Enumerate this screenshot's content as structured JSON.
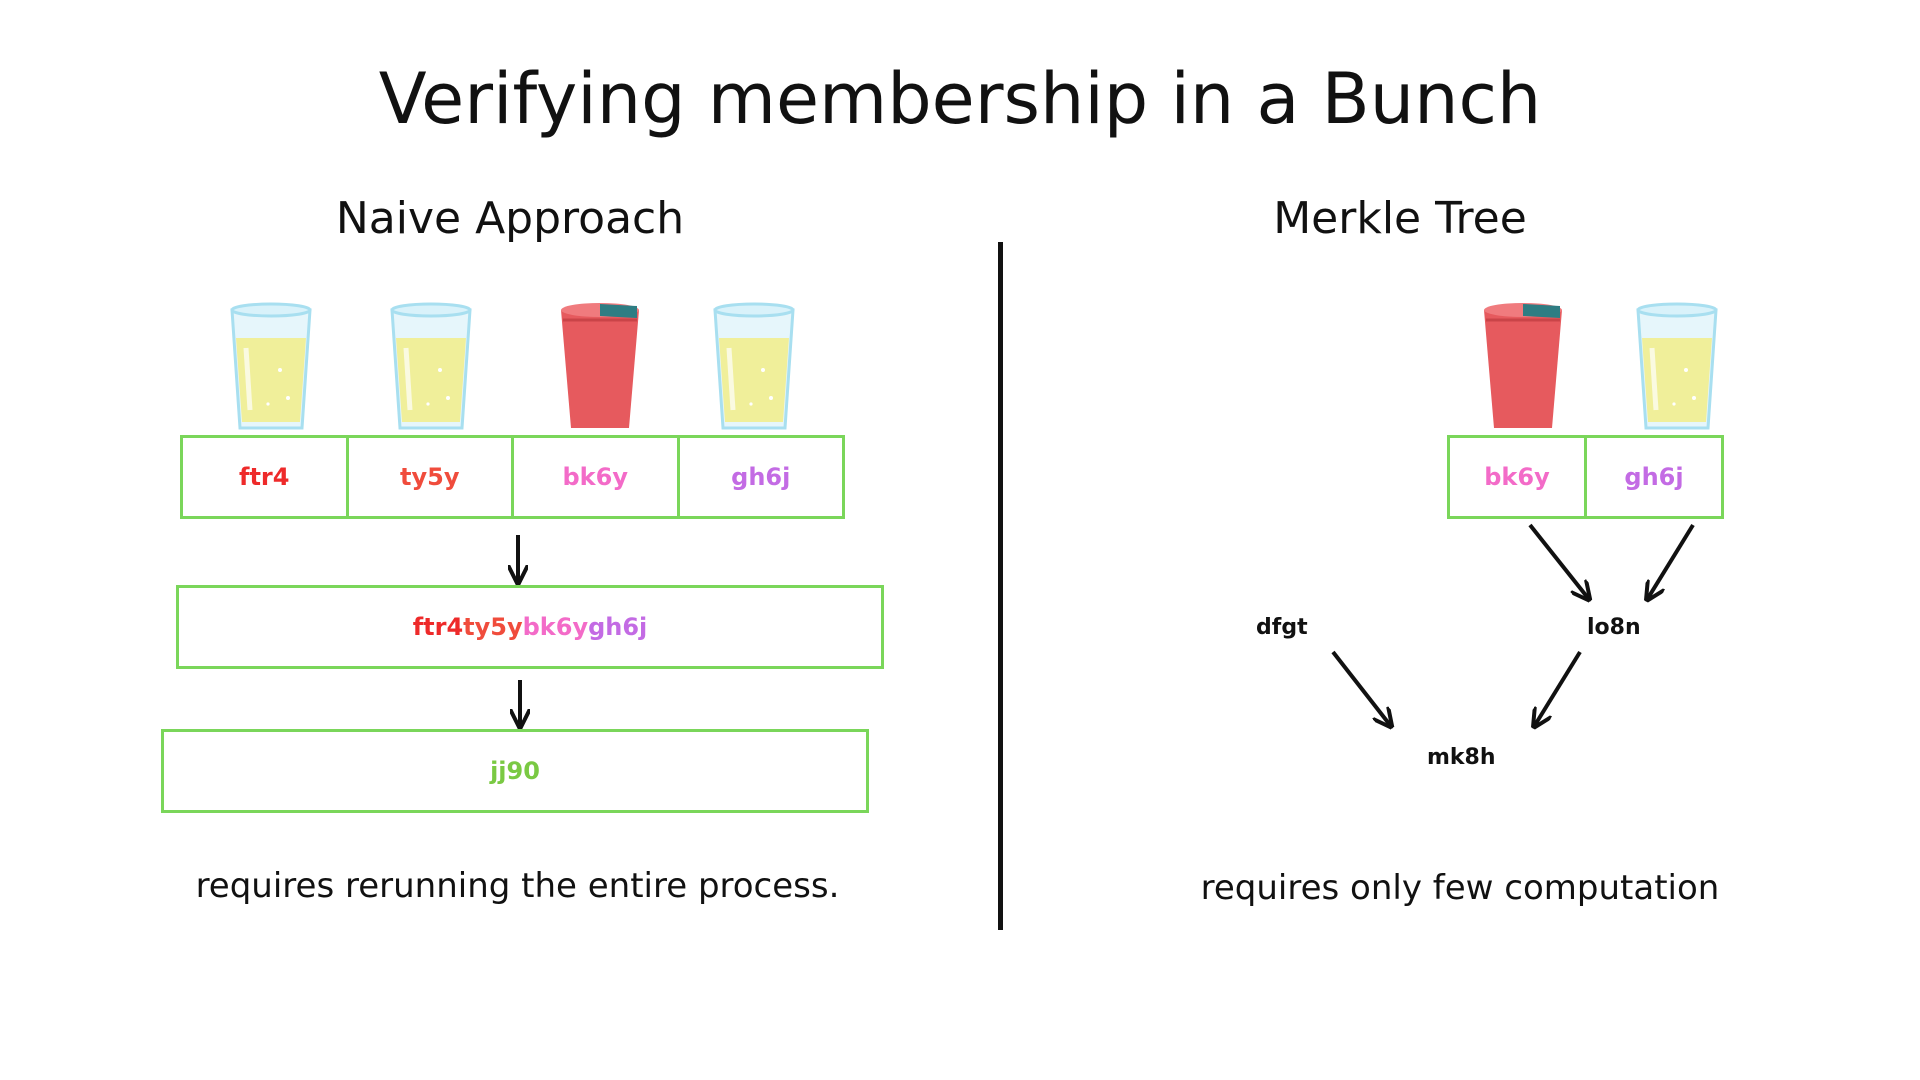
{
  "title": "Verifying membership in a Bunch",
  "naive": {
    "heading": "Naive Approach",
    "glasses": [
      "yellow",
      "yellow",
      "red",
      "yellow"
    ],
    "hashes": [
      {
        "text": "ftr4",
        "color": "#ee2a2a"
      },
      {
        "text": "ty5y",
        "color": "#f04c3c"
      },
      {
        "text": "bk6y",
        "color": "#f36bc8"
      },
      {
        "text": "gh6j",
        "color": "#c36be4"
      }
    ],
    "concat": [
      {
        "text": "ftr4",
        "color": "#ee2a2a"
      },
      {
        "text": "ty5y",
        "color": "#f04c3c"
      },
      {
        "text": "bk6y",
        "color": "#f36bc8"
      },
      {
        "text": "gh6j",
        "color": "#c36be4"
      }
    ],
    "root": {
      "text": "jj90",
      "color": "#7ac943"
    },
    "caption": "requires rerunning the entire process."
  },
  "merkle": {
    "heading": "Merkle Tree",
    "glasses": [
      "red",
      "yellow"
    ],
    "hashes": [
      {
        "text": "bk6y",
        "color": "#f36bc8"
      },
      {
        "text": "gh6j",
        "color": "#c36be4"
      }
    ],
    "sibling": "dfgt",
    "parent": "lo8n",
    "root": "mk8h",
    "caption": "requires only few computation"
  },
  "colors": {
    "box_border": "#7ad65a",
    "arrow": "#111111",
    "glass_yellow_liquid": "#f0ef9a",
    "glass_red": "#e65a5e",
    "glass_red_accent": "#2e7d83"
  },
  "icons": [
    "juice-glass-icon",
    "red-cup-icon",
    "down-arrow-icon"
  ]
}
